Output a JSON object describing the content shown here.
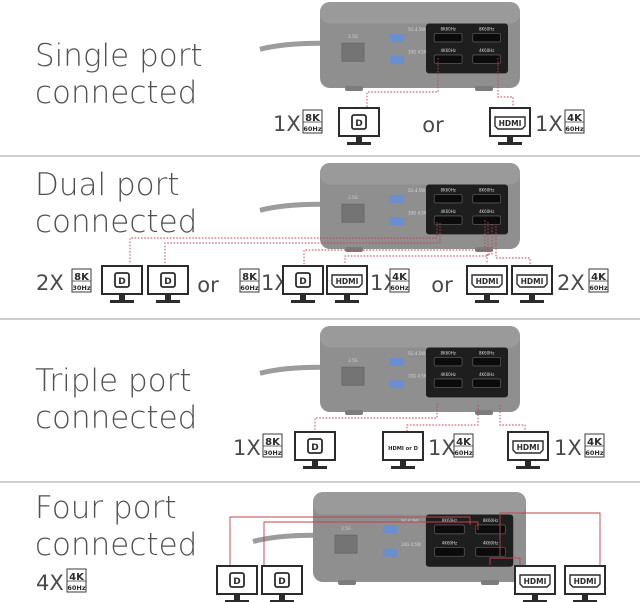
{
  "sections": [
    {
      "title_line1": "Single port",
      "title_line2": "connected",
      "labels": [
        {
          "multiplier": "1X",
          "res": "8K",
          "hz": "60Hz"
        },
        {
          "or": "or"
        },
        {
          "multiplier": "1X",
          "res": "4K",
          "hz": "60Hz"
        }
      ],
      "monitors": [
        "DP",
        "HDMI"
      ]
    },
    {
      "title_line1": "Dual port",
      "title_line2": "connected",
      "labels": [
        {
          "multiplier": "2X",
          "res": "8K",
          "hz": "30Hz"
        },
        {
          "or": "or"
        },
        {
          "res": "8K",
          "hz": "60Hz"
        },
        {
          "multiplier": "1X"
        },
        {
          "multiplier": "1X",
          "res": "4K",
          "hz": "60Hz"
        },
        {
          "or": "or"
        },
        {
          "multiplier": "2X",
          "res": "4K",
          "hz": "60Hz"
        }
      ],
      "monitors": [
        "DP",
        "DP",
        "DP",
        "HDMI",
        "HDMI",
        "HDMI"
      ]
    },
    {
      "title_line1": "Triple port",
      "title_line2": "connected",
      "labels": [
        {
          "multiplier": "1X",
          "res": "8K",
          "hz": "30Hz"
        },
        {
          "multiplier": "1X",
          "res": "4K",
          "hz": "60Hz"
        },
        {
          "multiplier": "1X",
          "res": "4K",
          "hz": "60Hz"
        }
      ],
      "monitors": [
        "DP",
        "HDMI or DP",
        "HDMI"
      ]
    },
    {
      "title_line1": "Four port",
      "title_line2": "connected",
      "labels": [
        {
          "multiplier": "4X",
          "res": "4K",
          "hz": "60Hz"
        }
      ],
      "monitors": [
        "DP",
        "DP",
        "HDMI",
        "HDMI"
      ]
    }
  ],
  "dock": {
    "port_labels": [
      "8K60Hz",
      "8K60Hz",
      "4K60Hz",
      "4K60Hz"
    ],
    "usb_labels": [
      "5G 4.5W",
      "10G 4.5W"
    ],
    "lan_label": "2.5G"
  },
  "colors": {
    "title_text": "#505050",
    "dock_body": "#8f8f8f",
    "port_panel": "#1e1e1e",
    "cable_line": "#c0414e",
    "divider": "#cfcfcf"
  }
}
